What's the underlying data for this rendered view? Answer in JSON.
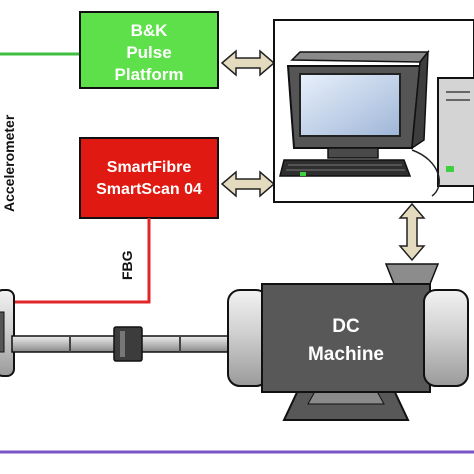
{
  "blocks": {
    "bk": {
      "line1": "B&K",
      "line2": "Pulse",
      "line3": "Platform"
    },
    "smartfibre": {
      "line1": "SmartFibre",
      "line2": "SmartScan 04"
    },
    "dc_machine": {
      "line1": "DC",
      "line2": "Machine"
    }
  },
  "signal_labels": {
    "accelerometer": "Accelerometer",
    "fbg": "FBG"
  },
  "colors": {
    "bk_fill": "#5ee04a",
    "smartfibre_fill": "#e01a12",
    "accelerometer_line": "#3fbf3f",
    "fbg_line": "#e0262a",
    "base_line": "#7a55c8",
    "machine_body": "#555555",
    "machine_end": "#cfcfcf"
  }
}
